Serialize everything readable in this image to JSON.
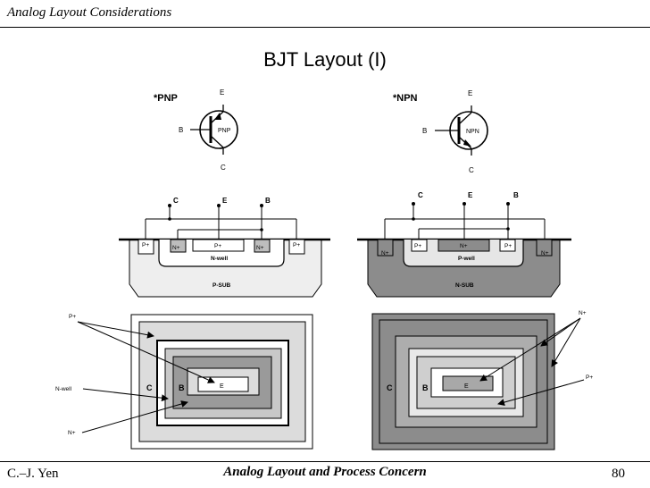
{
  "header": {
    "title": "Analog Layout Considerations"
  },
  "slide": {
    "title": "BJT Layout (I)"
  },
  "pnp": {
    "type_label": "*PNP",
    "symbol": {
      "E": "E",
      "B": "B",
      "C": "C",
      "name": "PNP"
    },
    "cross_section": {
      "terminals": [
        "C",
        "E",
        "B"
      ],
      "regions": {
        "p_left": "P+",
        "n_left": "N+",
        "p_center": "P+",
        "n_right": "N+",
        "p_right": "P+",
        "well": "N-well",
        "sub": "P-SUB"
      }
    },
    "top_view": {
      "c": "C",
      "b": "B",
      "e": "E",
      "ann_p": "P+",
      "ann_nwell": "N-well",
      "ann_n": "N+"
    }
  },
  "npn": {
    "type_label": "*NPN",
    "symbol": {
      "E": "E",
      "B": "B",
      "C": "C",
      "name": "NPN"
    },
    "cross_section": {
      "terminals": [
        "C",
        "E",
        "B"
      ],
      "regions": {
        "n_left": "N+",
        "p_left": "P+",
        "n_center": "N+",
        "p_right": "P+",
        "n_right": "N+",
        "well": "P-well",
        "sub": "N-SUB"
      }
    },
    "top_view": {
      "c": "C",
      "b": "B",
      "e": "E",
      "ann_n": "N+",
      "ann_p": "P+"
    }
  },
  "footer": {
    "author": "C.–J. Yen",
    "course": "Analog Layout and Process Concern",
    "page": "80"
  }
}
